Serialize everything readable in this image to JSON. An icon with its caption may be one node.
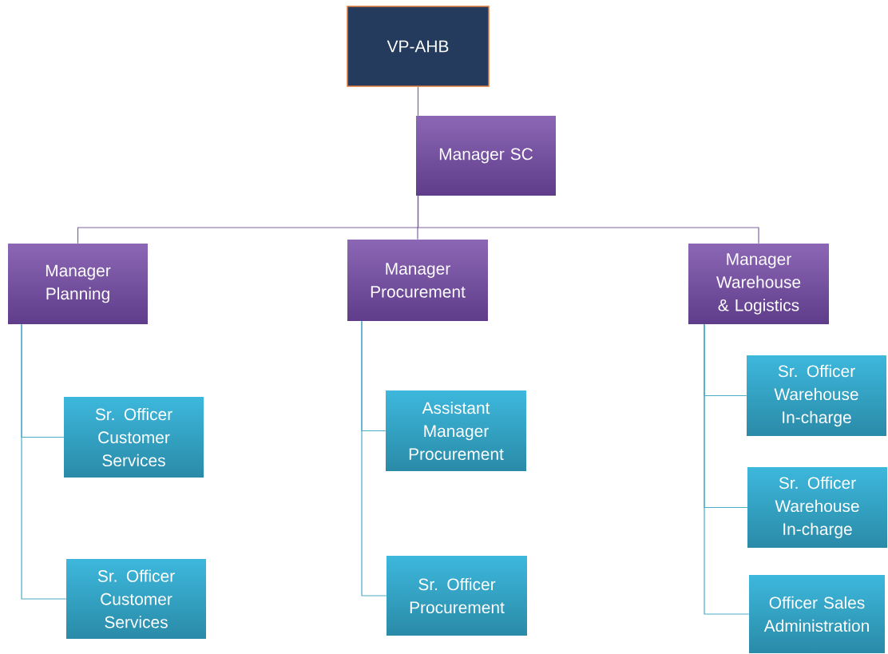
{
  "diagram": {
    "nodes": [
      {
        "text": [
          "VP-AHB"
        ]
      },
      {
        "text": [
          "Manager SC"
        ]
      },
      {
        "text": [
          "Manager Planning"
        ]
      },
      {
        "text": [
          "Manager Procurement"
        ]
      },
      {
        "text": [
          "Manager Warehouse & Logistics"
        ]
      },
      {
        "text": [
          "Sr. Officer Customer Services"
        ]
      },
      {
        "text": [
          "Sr. Officer Customer Services"
        ]
      },
      {
        "text": [
          "Assistant Manager Procurement"
        ]
      },
      {
        "text": [
          "Sr. Officer Procurement"
        ]
      },
      {
        "text": [
          "Sr. Officer Warehouse In-charge"
        ]
      },
      {
        "text": [
          "Sr. Officer Warehouse In-charge"
        ]
      },
      {
        "text": [
          "Officer Sales Administration"
        ]
      }
    ],
    "edges": [
      {
        "from": 0,
        "to": 1,
        "arrow": "none",
        "color": "#8064a2"
      },
      {
        "from": 1,
        "to": 2,
        "arrow": "none",
        "color": "#8064a2"
      },
      {
        "from": 1,
        "to": 3,
        "arrow": "none",
        "color": "#8064a2"
      },
      {
        "from": 1,
        "to": 4,
        "arrow": "none",
        "color": "#8064a2"
      },
      {
        "from": 2,
        "to": 5,
        "arrow": "none"
      },
      {
        "from": 2,
        "to": 6,
        "arrow": "none"
      },
      {
        "from": 3,
        "to": 7,
        "arrow": "none"
      },
      {
        "from": 3,
        "to": 8,
        "arrow": "none"
      },
      {
        "from": 4,
        "to": 9,
        "arrow": "none"
      },
      {
        "from": 4,
        "to": 10,
        "arrow": "none"
      },
      {
        "from": 4,
        "to": 11,
        "arrow": "none"
      }
    ]
  }
}
